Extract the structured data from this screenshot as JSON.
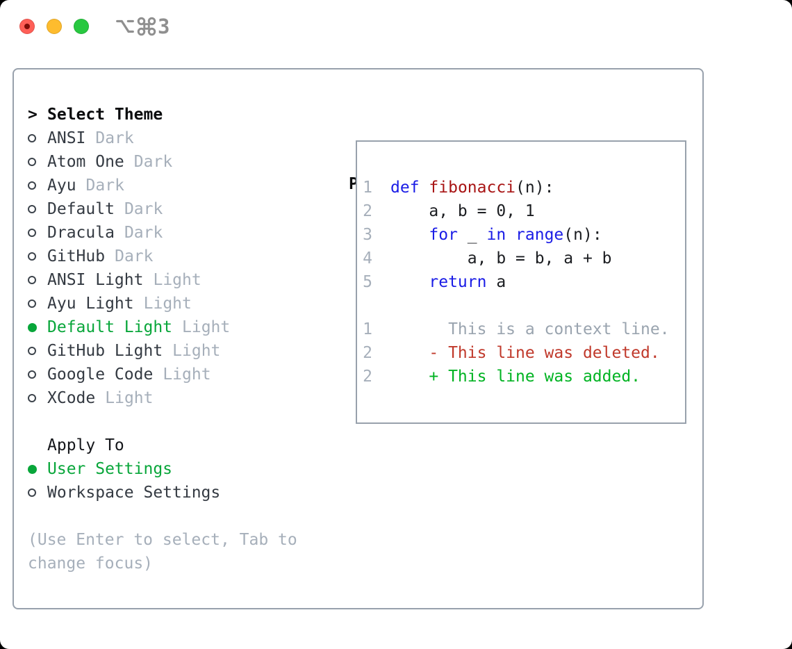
{
  "titlebar": {
    "shortcut_number": "3",
    "shortcut_icons": [
      "option-key-icon",
      "command-key-icon"
    ]
  },
  "sidebar": {
    "cursor": ">",
    "title": "Select Theme",
    "themes": [
      {
        "name": "ANSI",
        "variant": "Dark",
        "selected": false
      },
      {
        "name": "Atom One",
        "variant": "Dark",
        "selected": false
      },
      {
        "name": "Ayu",
        "variant": "Dark",
        "selected": false
      },
      {
        "name": "Default",
        "variant": "Dark",
        "selected": false
      },
      {
        "name": "Dracula",
        "variant": "Dark",
        "selected": false
      },
      {
        "name": "GitHub",
        "variant": "Dark",
        "selected": false
      },
      {
        "name": "ANSI Light",
        "variant": "Light",
        "selected": false
      },
      {
        "name": "Ayu Light",
        "variant": "Light",
        "selected": false
      },
      {
        "name": "Default Light",
        "variant": "Light",
        "selected": true
      },
      {
        "name": "GitHub Light",
        "variant": "Light",
        "selected": false
      },
      {
        "name": "Google Code",
        "variant": "Light",
        "selected": false
      },
      {
        "name": "XCode",
        "variant": "Light",
        "selected": false
      }
    ],
    "apply_to": {
      "title": "Apply To",
      "options": [
        {
          "label": "User Settings",
          "selected": true
        },
        {
          "label": "Workspace Settings",
          "selected": false
        }
      ]
    },
    "help_lines": [
      "(Use Enter to select, Tab to",
      "change focus)"
    ]
  },
  "preview": {
    "title": "Preview",
    "code_lines": [
      {
        "ln": "1",
        "tokens": [
          {
            "c": "kw",
            "t": "def"
          },
          {
            "c": "pl",
            "t": " "
          },
          {
            "c": "fn",
            "t": "fibonacci"
          },
          {
            "c": "pl",
            "t": "(n):"
          }
        ]
      },
      {
        "ln": "2",
        "tokens": [
          {
            "c": "pl",
            "t": "    a, b = 0, 1"
          }
        ]
      },
      {
        "ln": "3",
        "tokens": [
          {
            "c": "pl",
            "t": "    "
          },
          {
            "c": "kw",
            "t": "for"
          },
          {
            "c": "pl",
            "t": " _ "
          },
          {
            "c": "kw",
            "t": "in"
          },
          {
            "c": "pl",
            "t": " "
          },
          {
            "c": "kw",
            "t": "range"
          },
          {
            "c": "pl",
            "t": "(n):"
          }
        ]
      },
      {
        "ln": "4",
        "tokens": [
          {
            "c": "pl",
            "t": "        a, b = b, a + b"
          }
        ]
      },
      {
        "ln": "5",
        "tokens": [
          {
            "c": "pl",
            "t": "    "
          },
          {
            "c": "kw",
            "t": "return"
          },
          {
            "c": "pl",
            "t": " a"
          }
        ]
      },
      {
        "ln": "",
        "tokens": []
      },
      {
        "ln": "1",
        "tokens": [
          {
            "c": "ctx",
            "t": "      This is a context line."
          }
        ]
      },
      {
        "ln": "2",
        "tokens": [
          {
            "c": "del",
            "t": "    - This line was deleted."
          }
        ]
      },
      {
        "ln": "2",
        "tokens": [
          {
            "c": "add",
            "t": "    + This line was added."
          }
        ]
      }
    ]
  },
  "colors": {
    "accent_green": "#08a63a",
    "keyword_blue": "#1a1ce6",
    "function_red": "#a81414",
    "diff_deleted_red": "#c0392b",
    "diff_added_green": "#00b322",
    "muted_gray": "#a6afba",
    "text_dark": "#343a42",
    "border_gray": "#98a1ac",
    "traffic_red": "#ff5f57",
    "traffic_yellow": "#febc2e",
    "traffic_green": "#28c840"
  }
}
